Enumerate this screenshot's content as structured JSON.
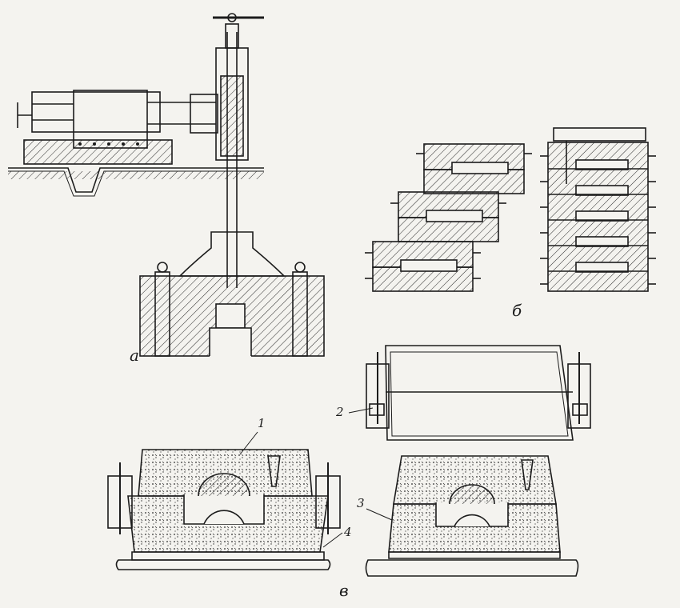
{
  "labels": {
    "panel_a": "а",
    "panel_b": "б",
    "panel_v": "в",
    "callout_1": "1",
    "callout_2": "2",
    "callout_3": "3",
    "callout_4": "4"
  }
}
